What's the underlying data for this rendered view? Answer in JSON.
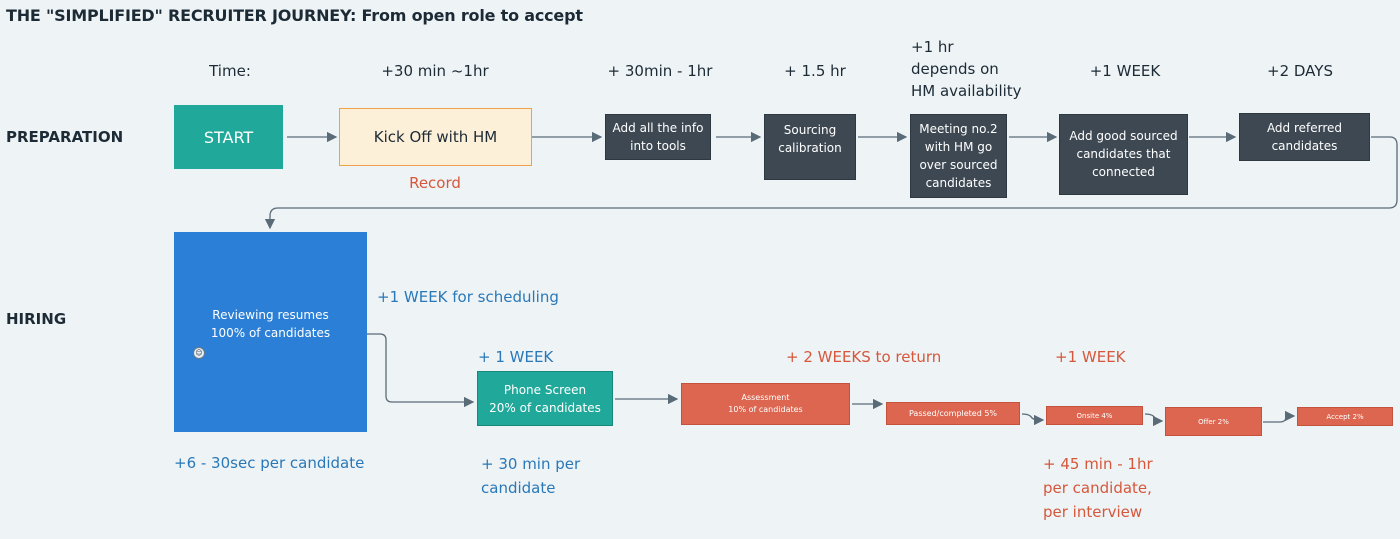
{
  "title": "THE \"SIMPLIFIED\" RECRUITER JOURNEY: From open role to accept",
  "sections": {
    "preparation": "PREPARATION",
    "hiring": "HIRING"
  },
  "time_labels": {
    "time": "Time:",
    "kickoff": "+30 min ~1hr",
    "tools": "+ 30min - 1hr",
    "calibration": "+ 1.5 hr",
    "meeting_line1": "+1 hr",
    "meeting_line2": "depends on",
    "meeting_line3": "HM availability",
    "sourced": "+1 WEEK",
    "referred": "+2  DAYS"
  },
  "prep_steps": {
    "start": "START",
    "kickoff": "Kick Off with HM",
    "record": "Record",
    "tools_line1": "Add all the info",
    "tools_line2": "into tools",
    "calibration_line1": "Sourcing",
    "calibration_line2": "calibration",
    "meeting_line1": "Meeting no.2",
    "meeting_line2": "with HM go",
    "meeting_line3": "over sourced",
    "meeting_line4": "candidates",
    "sourced_line1": "Add good sourced",
    "sourced_line2": "candidates that",
    "sourced_line3": "connected",
    "referred_line1": "Add referred",
    "referred_line2": "candidates"
  },
  "hiring_steps": {
    "resumes_line1": "Reviewing resumes",
    "resumes_line2": "100% of candidates",
    "phone_line1": "Phone Screen",
    "phone_line2": "20% of candidates",
    "assessment_line1": "Assessment",
    "assessment_line2": "10% of candidates",
    "passed": "Passed/completed 5%",
    "onsite": "Onsite 4%",
    "offer": "Offer 2%",
    "accept": "Accept 2%"
  },
  "hiring_notes": {
    "scheduling": "+1 WEEK for scheduling",
    "phone_week": "+ 1 WEEK",
    "return": "+ 2 WEEKS to return",
    "onsite_week": "+1 WEEK",
    "resume_time": "+6 - 30sec per candidate",
    "phone_time_line1": "+ 30 min per",
    "phone_time_line2": "candidate",
    "interview_line1": "+ 45 min - 1hr",
    "interview_line2": "per candidate,",
    "interview_line3": "per interview"
  },
  "colors": {
    "teal": "#20a99a",
    "dark": "#3d4852",
    "cream": "#fdf0d8",
    "blue": "#2b7fd6",
    "orange": "#dd6650",
    "connector": "#5a6b78"
  }
}
